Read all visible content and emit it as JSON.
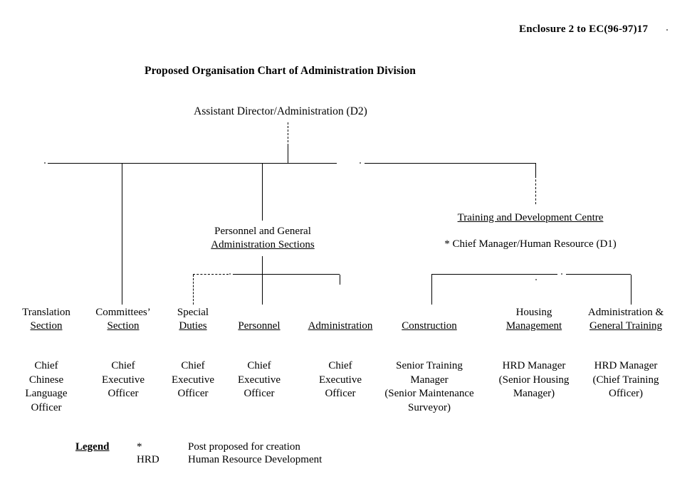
{
  "document": {
    "enclosure_ref": "Enclosure 2 to EC(96-97)17",
    "title": "Proposed Organisation Chart of Administration Division"
  },
  "root": {
    "label": "Assistant Director/Administration (D2)"
  },
  "groups": [
    {
      "name": "personnel-and-general-administration-sections",
      "line1": "Personnel and General",
      "line2": "Administration Sections"
    },
    {
      "name": "training-and-development-centre",
      "line1": "Training and Development Centre",
      "line2": "* Chief Manager/Human Resource (D1)"
    }
  ],
  "sections": [
    {
      "name": "translation-section",
      "head_line1": "Translation",
      "head_line2": "Section",
      "post": "Chief\nChinese\nLanguage\nOfficer"
    },
    {
      "name": "committees-section",
      "head_line1": "Committees’",
      "head_line2": "Section",
      "post": "Chief\nExecutive\nOfficer"
    },
    {
      "name": "special-duties",
      "head_line1": "Special",
      "head_line2": "Duties",
      "post": "Chief\nExecutive\nOfficer"
    },
    {
      "name": "personnel",
      "head_line1": "",
      "head_line2": "Personnel",
      "post": "Chief\nExecutive\nOfficer"
    },
    {
      "name": "administration",
      "head_line1": "",
      "head_line2": "Administration",
      "post": "Chief\nExecutive\nOfficer"
    },
    {
      "name": "construction",
      "head_line1": "",
      "head_line2": "Construction",
      "post": "Senior Training\nManager\n(Senior Maintenance\nSurveyor)"
    },
    {
      "name": "housing-management",
      "head_line1": "Housing",
      "head_line2": "Management",
      "post": "HRD Manager\n(Senior Housing\nManager)"
    },
    {
      "name": "administration-and-general-training",
      "head_line1": "Administration &",
      "head_line2": "General Training",
      "post": "HRD Manager\n(Chief Training\nOfficer)"
    }
  ],
  "legend": {
    "title": "Legend",
    "entries": [
      {
        "symbol": "*",
        "meaning": "Post proposed for creation"
      },
      {
        "symbol": "HRD",
        "meaning": "Human Resource Development"
      }
    ]
  }
}
